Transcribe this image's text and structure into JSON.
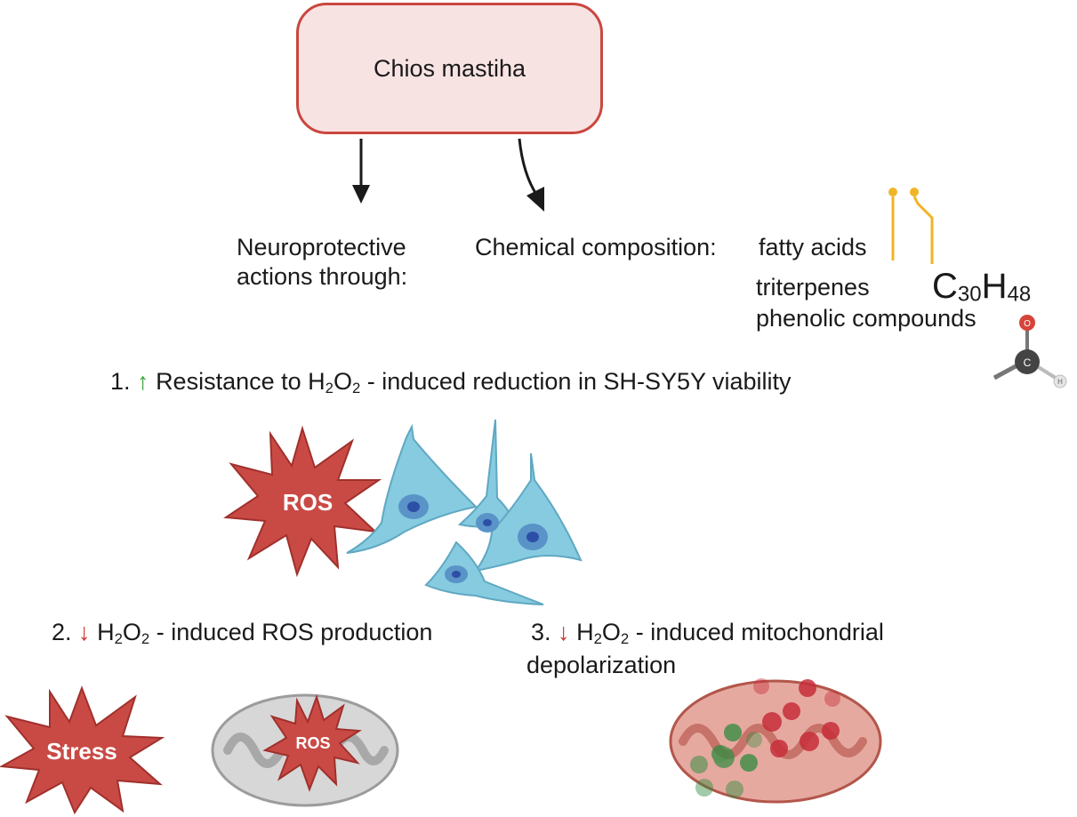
{
  "title": "Chios mastiha",
  "branches": {
    "neuro_line1": "Neuroprotective",
    "neuro_line2": "actions through:",
    "chem_label": "Chemical composition:"
  },
  "composition": {
    "fatty_acids": "fatty acids",
    "triterpenes": "triterpenes",
    "phenolic": "phenolic compounds",
    "formula_c": "C",
    "formula_c_sub": "30",
    "formula_h": "H",
    "formula_h_sub": "48",
    "atom_o": "O",
    "atom_c": "C",
    "atom_h": "H"
  },
  "effects": {
    "e1_num": "1.",
    "e1_text_a": "Resistance to H",
    "e1_sub2": "2",
    "e1_o": "O",
    "e1_sub2b": "2",
    "e1_text_b": " - induced reduction in SH-SY5Y viability",
    "e2_num": "2.",
    "e2_h": "H",
    "e2_sub2": "2",
    "e2_o": "O",
    "e2_sub2b": "2",
    "e2_text": "- induced ROS production",
    "e3_num": "3.",
    "e3_h": "H",
    "e3_sub2": "2",
    "e3_o": "O",
    "e3_sub2b": "2",
    "e3_text": "- induced mitochondrial",
    "e3_line2": "depolarization",
    "arrow_up": "↑",
    "arrow_down": "↓"
  },
  "icons": {
    "ros_burst_label": "ROS",
    "stress_burst_label": "Stress",
    "mito_ros_label": "ROS"
  },
  "colors": {
    "box_border": "#c9473f",
    "box_fill": "#f8e3e3",
    "burst_fill": "#c94a45",
    "cell_fill": "#86cbe0",
    "arrow_up": "#3aa335",
    "arrow_down": "#c8352d",
    "fatty_acid": "#f0b428"
  }
}
